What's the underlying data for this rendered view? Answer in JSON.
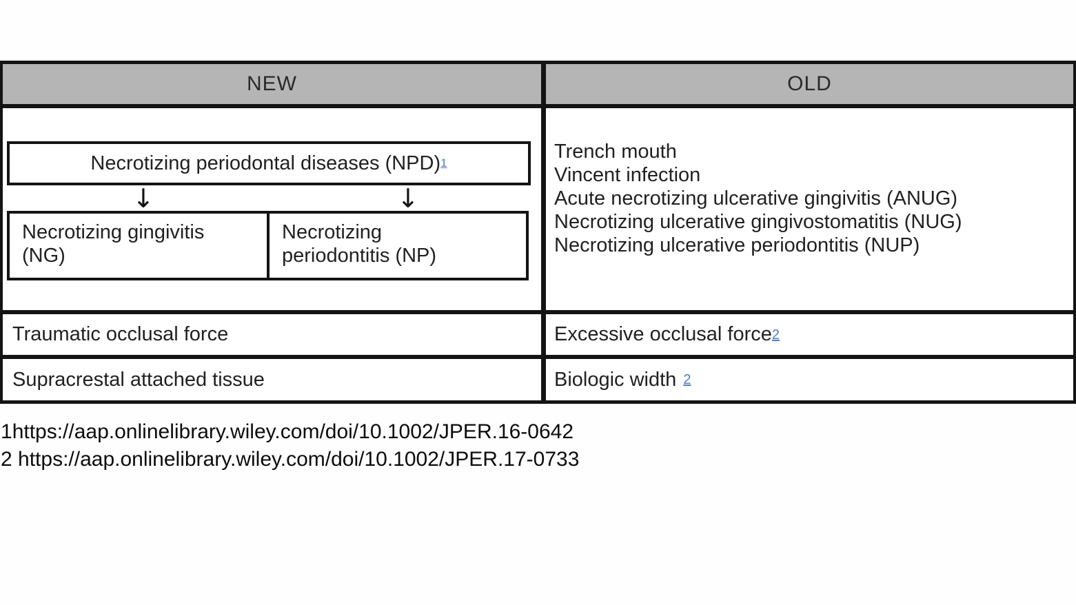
{
  "header": {
    "new_label": "NEW",
    "old_label": "OLD"
  },
  "flowchart": {
    "parent_label": "Necrotizing periodontal diseases (NPD)",
    "parent_ref": "1",
    "arrow": "↓",
    "children": [
      {
        "line1": "Necrotizing gingivitis",
        "line2": "(NG)"
      },
      {
        "line1": "Necrotizing",
        "line2": "periodontitis (NP)"
      }
    ]
  },
  "comparison_rows": [
    {
      "old_terms": [
        "Trench mouth",
        "Vincent infection",
        "Acute necrotizing ulcerative gingivitis (ANUG)",
        "Necrotizing ulcerative gingivostomatitis (NUG)",
        "Necrotizing ulcerative periodontitis (NUP)"
      ]
    },
    {
      "new": "Traumatic occlusal force",
      "old": "Excessive occlusal force",
      "old_ref": "2"
    },
    {
      "new": "Supracrestal attached tissue",
      "old": "Biologic width",
      "old_ref": "2"
    }
  ],
  "references": [
    {
      "prefix": "1",
      "url": "https://aap.onlinelibrary.wiley.com/doi/10.1002/JPER.16-0642"
    },
    {
      "prefix": "2 ",
      "url": "https://aap.onlinelibrary.wiley.com/doi/10.1002/JPER.17-0733"
    }
  ],
  "colors": {
    "header_bg": "#b5b5b5",
    "border": "#141414",
    "link_blue": "#4d7cc7",
    "text": "#212121",
    "page_bg": "#fefefe"
  }
}
